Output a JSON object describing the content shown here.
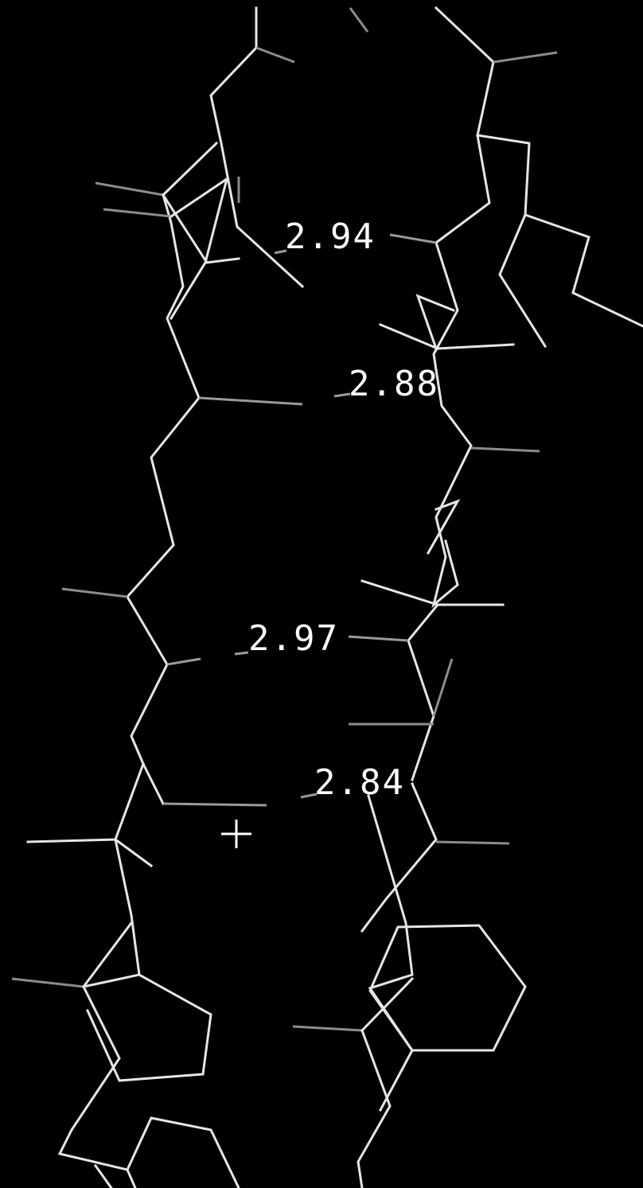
{
  "viewer": {
    "background": "#000000",
    "bond_color": "#e6e6e6",
    "hbond_color": "#9a9a9a"
  },
  "distances": [
    {
      "label": "2.94"
    },
    {
      "label": "2.88"
    },
    {
      "label": "2.97"
    },
    {
      "label": "2.84"
    }
  ],
  "cursor": {
    "icon": "crosshair-plus-icon"
  }
}
